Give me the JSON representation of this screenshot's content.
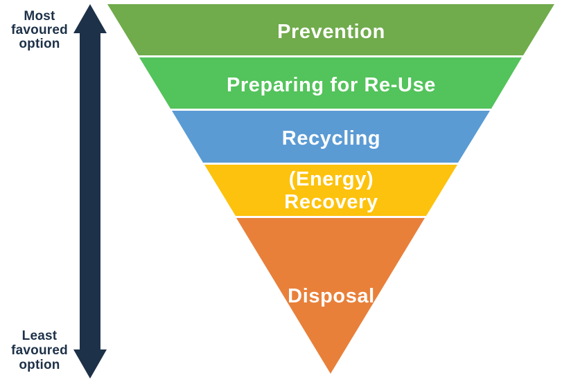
{
  "diagram": {
    "levels": [
      {
        "label": "Prevention",
        "color": "#70ab4c"
      },
      {
        "label": "Preparing for Re-Use",
        "color": "#53c35b"
      },
      {
        "label": "Recycling",
        "color": "#5b9bd4"
      },
      {
        "label": "(Energy) Recovery",
        "lines": [
          "(Energy)",
          "Recovery"
        ],
        "color": "#fdc20d"
      },
      {
        "label": "Disposal",
        "color": "#e8803a"
      }
    ],
    "label_text_color": "#ffffff",
    "scale": {
      "top_label_lines": [
        "Most",
        "favoured",
        "option"
      ],
      "bottom_label_lines": [
        "Least",
        "favoured",
        "option"
      ],
      "arrow_color": "#1d3148",
      "text_color": "#1d3148"
    }
  }
}
